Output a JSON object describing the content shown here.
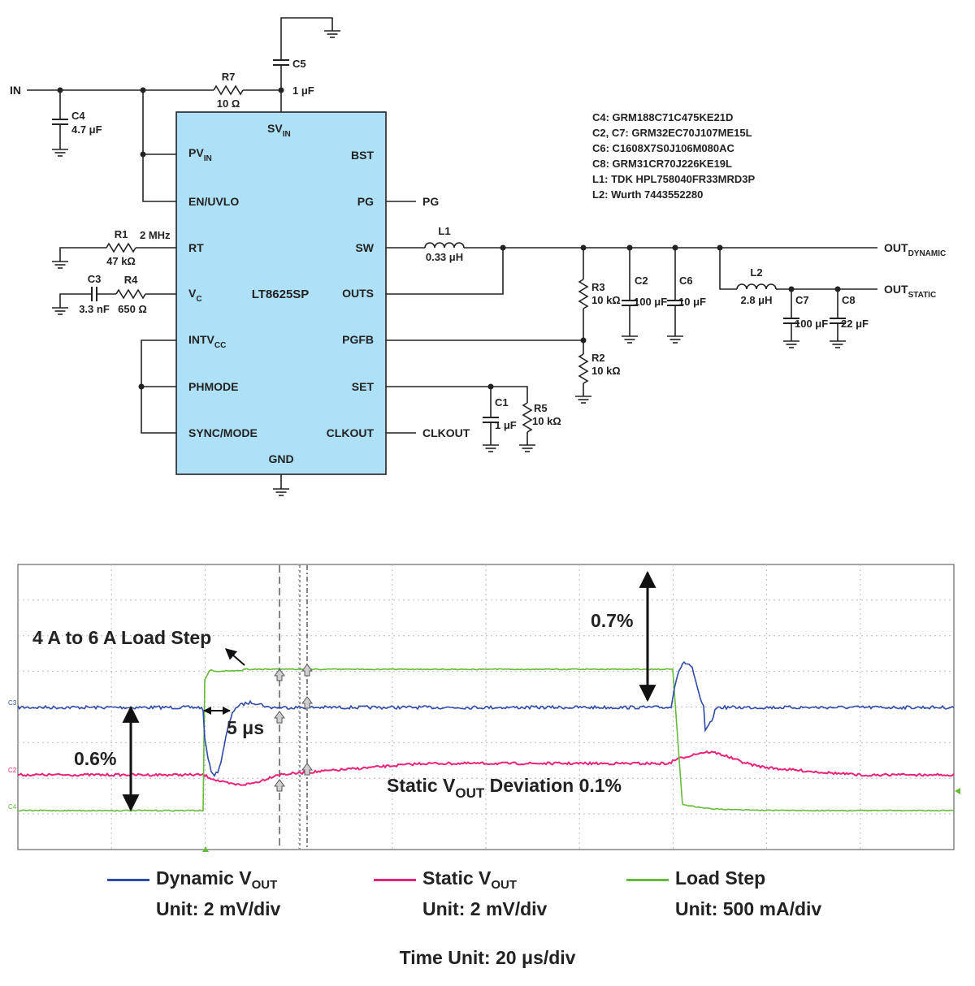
{
  "schematic": {
    "ic_name": "LT8625SP",
    "pins_left": [
      {
        "id": "pvin",
        "main": "PV",
        "sub": "IN"
      },
      {
        "id": "enuvlo",
        "main": "EN/UVLO",
        "sub": ""
      },
      {
        "id": "rt",
        "main": "RT",
        "sub": ""
      },
      {
        "id": "vc",
        "main": "V",
        "sub": "C"
      },
      {
        "id": "intvcc",
        "main": "INTV",
        "sub": "CC"
      },
      {
        "id": "phmode",
        "main": "PHMODE",
        "sub": ""
      },
      {
        "id": "syncmode",
        "main": "SYNC/MODE",
        "sub": ""
      }
    ],
    "pins_right": [
      {
        "id": "bst",
        "main": "BST"
      },
      {
        "id": "pg",
        "main": "PG"
      },
      {
        "id": "sw",
        "main": "SW"
      },
      {
        "id": "outs",
        "main": "OUTS"
      },
      {
        "id": "pgfb",
        "main": "PGFB"
      },
      {
        "id": "set",
        "main": "SET"
      },
      {
        "id": "clkout",
        "main": "CLKOUT"
      }
    ],
    "pin_top": {
      "main": "SV",
      "sub": "IN"
    },
    "pin_bottom": "GND",
    "net_in": "IN",
    "net_pg": "PG",
    "net_clkout": "CLKOUT",
    "net_out_dynamic": {
      "main": "OUT",
      "sub": "DYNAMIC"
    },
    "net_out_static": {
      "main": "OUT",
      "sub": "STATIC"
    },
    "rt_freq": "2 MHz",
    "components": {
      "c4": {
        "name": "C4",
        "value": "4.7 μF"
      },
      "r7": {
        "name": "R7",
        "value": "10 Ω"
      },
      "c5": {
        "name": "C5",
        "value": "1 μF"
      },
      "r1": {
        "name": "R1",
        "value": "47 kΩ"
      },
      "c3": {
        "name": "C3",
        "value": "3.3 nF"
      },
      "r4": {
        "name": "R4",
        "value": "650 Ω"
      },
      "l1": {
        "name": "L1",
        "value": "0.33 μH"
      },
      "r3": {
        "name": "R3",
        "value": "10 kΩ"
      },
      "r2": {
        "name": "R2",
        "value": "10 kΩ"
      },
      "c2": {
        "name": "C2",
        "value": "100 μF"
      },
      "c6": {
        "name": "C6",
        "value": "10 μF"
      },
      "l2": {
        "name": "L2",
        "value": "2.8 μH"
      },
      "c7": {
        "name": "C7",
        "value": "100 μF"
      },
      "c8": {
        "name": "C8",
        "value": "22 μF"
      },
      "c1": {
        "name": "C1",
        "value": "1 μF"
      },
      "r5": {
        "name": "R5",
        "value": "10 kΩ"
      }
    },
    "bom": [
      "C4: GRM188C71C475KE21D",
      "C2, C7: GRM32EC70J107ME15L",
      "C6: C1608X7S0J106M080AC",
      "C8: GRM31CR70J226KE19L",
      "L1: TDK HPL758040FR33MRD3P",
      "L2: Wurth 7443552280"
    ]
  },
  "scope": {
    "annotation_load_step": "4 A to 6 A Load Step",
    "annotation_07": "0.7%",
    "annotation_06": "0.6%",
    "annotation_5us": "5 μs",
    "annotation_static_pre": "Static V",
    "annotation_static_sub": "OUT",
    "annotation_static_post": " Deviation 0.1%",
    "ch_label_c3": "C3",
    "ch_label_c2": "C2",
    "ch_label_c4": "C4",
    "colors": {
      "dynamic": "#2f4aa8",
      "static": "#e8247a",
      "load": "#66bb3a"
    }
  },
  "legend": [
    {
      "name_main": "Dynamic V",
      "name_sub": "OUT",
      "unit": "Unit: 2 mV/div",
      "color": "#2f4aa8"
    },
    {
      "name_main": "Static V",
      "name_sub": "OUT",
      "unit": "Unit: 2 mV/div",
      "color": "#e8247a"
    },
    {
      "name_main": "Load Step",
      "name_sub": "",
      "unit": "Unit: 500 mA/div",
      "color": "#66bb3a"
    }
  ],
  "time_unit": "Time Unit: 20 μs/div"
}
